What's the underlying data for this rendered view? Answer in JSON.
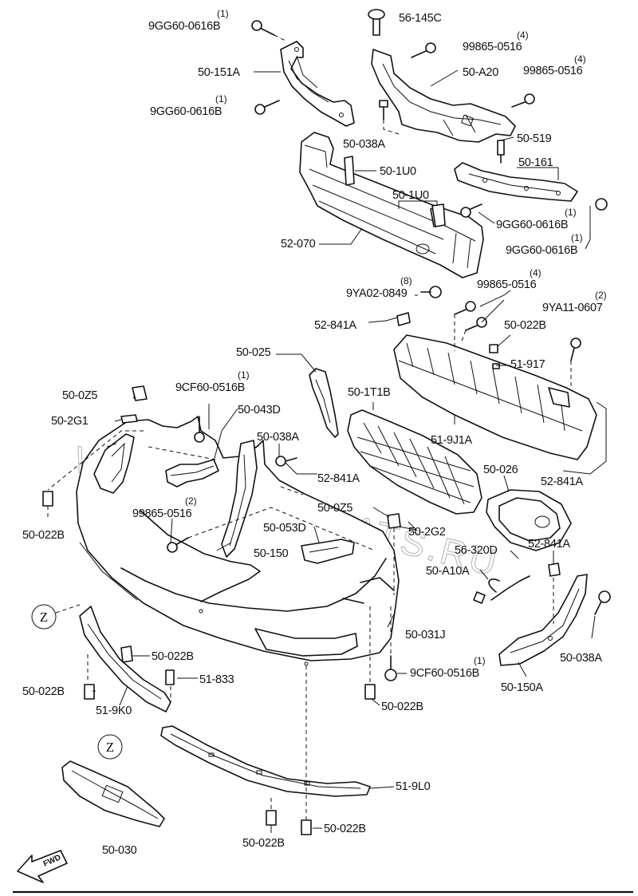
{
  "watermark": "WWW.JAPANCATS.RU",
  "forward_marker": "FWD",
  "view_ref": "Z",
  "labels": [
    {
      "id": "9gg60-top",
      "code": "9GG60-0616B",
      "qty": "(1)"
    },
    {
      "id": "56-145c",
      "code": "56-145C",
      "qty": ""
    },
    {
      "id": "99865-a",
      "code": "99865-0516",
      "qty": "(4)"
    },
    {
      "id": "50-151a",
      "code": "50-151A",
      "qty": ""
    },
    {
      "id": "50-a20",
      "code": "50-A20",
      "qty": ""
    },
    {
      "id": "99865-b",
      "code": "99865-0516",
      "qty": "(4)"
    },
    {
      "id": "9gg60-mid",
      "code": "9GG60-0616B",
      "qty": "(1)"
    },
    {
      "id": "50-038a-top",
      "code": "50-038A",
      "qty": ""
    },
    {
      "id": "50-519",
      "code": "50-519",
      "qty": ""
    },
    {
      "id": "50-1u0-a",
      "code": "50-1U0",
      "qty": ""
    },
    {
      "id": "50-161",
      "code": "50-161",
      "qty": ""
    },
    {
      "id": "50-1u0-b",
      "code": "50-1U0",
      "qty": ""
    },
    {
      "id": "9gg60-r1",
      "code": "9GG60-0616B",
      "qty": "(1)"
    },
    {
      "id": "52-070",
      "code": "52-070",
      "qty": ""
    },
    {
      "id": "9gg60-r2",
      "code": "9GG60-0616B",
      "qty": "(1)"
    },
    {
      "id": "99865-c",
      "code": "99865-0516",
      "qty": "(4)"
    },
    {
      "id": "9ya02",
      "code": "9YA02-0849",
      "qty": "(8)"
    },
    {
      "id": "9ya11",
      "code": "9YA11-0607",
      "qty": "(2)"
    },
    {
      "id": "52-841a-1",
      "code": "52-841A",
      "qty": ""
    },
    {
      "id": "50-022b-1",
      "code": "50-022B",
      "qty": ""
    },
    {
      "id": "50-025",
      "code": "50-025",
      "qty": ""
    },
    {
      "id": "51-917",
      "code": "51-917",
      "qty": ""
    },
    {
      "id": "50-0z5-a",
      "code": "50-0Z5",
      "qty": ""
    },
    {
      "id": "9cf60-a",
      "code": "9CF60-0516B",
      "qty": "(1)"
    },
    {
      "id": "50-1t1b",
      "code": "50-1T1B",
      "qty": ""
    },
    {
      "id": "50-2g1",
      "code": "50-2G1",
      "qty": ""
    },
    {
      "id": "50-043d",
      "code": "50-043D",
      "qty": ""
    },
    {
      "id": "51-9j1a",
      "code": "51-9J1A",
      "qty": ""
    },
    {
      "id": "50-038a-mid",
      "code": "50-038A",
      "qty": ""
    },
    {
      "id": "52-841a-2",
      "code": "52-841A",
      "qty": ""
    },
    {
      "id": "50-026",
      "code": "50-026",
      "qty": ""
    },
    {
      "id": "52-841a-3",
      "code": "52-841A",
      "qty": ""
    },
    {
      "id": "99865-d",
      "code": "99865-0516",
      "qty": "(2)"
    },
    {
      "id": "50-0z5-b",
      "code": "50-0Z5",
      "qty": ""
    },
    {
      "id": "50-022b-2",
      "code": "50-022B",
      "qty": ""
    },
    {
      "id": "50-053d",
      "code": "50-053D",
      "qty": ""
    },
    {
      "id": "50-2g2",
      "code": "50-2G2",
      "qty": ""
    },
    {
      "id": "56-320d",
      "code": "56-320D",
      "qty": ""
    },
    {
      "id": "52-841a-4",
      "code": "52-841A",
      "qty": ""
    },
    {
      "id": "50-150",
      "code": "50-150",
      "qty": ""
    },
    {
      "id": "50-a10a",
      "code": "50-A10A",
      "qty": ""
    },
    {
      "id": "50-031j",
      "code": "50-031J",
      "qty": ""
    },
    {
      "id": "50-022b-3",
      "code": "50-022B",
      "qty": ""
    },
    {
      "id": "50-038a-r",
      "code": "50-038A",
      "qty": ""
    },
    {
      "id": "51-833",
      "code": "51-833",
      "qty": ""
    },
    {
      "id": "9cf60-b",
      "code": "9CF60-0516B",
      "qty": "(1)"
    },
    {
      "id": "50-022b-4",
      "code": "50-022B",
      "qty": ""
    },
    {
      "id": "51-9k0",
      "code": "51-9K0",
      "qty": ""
    },
    {
      "id": "50-150a",
      "code": "50-150A",
      "qty": ""
    },
    {
      "id": "50-022b-5",
      "code": "50-022B",
      "qty": ""
    },
    {
      "id": "51-9l0",
      "code": "51-9L0",
      "qty": ""
    },
    {
      "id": "50-022b-6",
      "code": "50-022B",
      "qty": ""
    },
    {
      "id": "50-022b-7",
      "code": "50-022B",
      "qty": ""
    },
    {
      "id": "50-030",
      "code": "50-030",
      "qty": ""
    }
  ]
}
